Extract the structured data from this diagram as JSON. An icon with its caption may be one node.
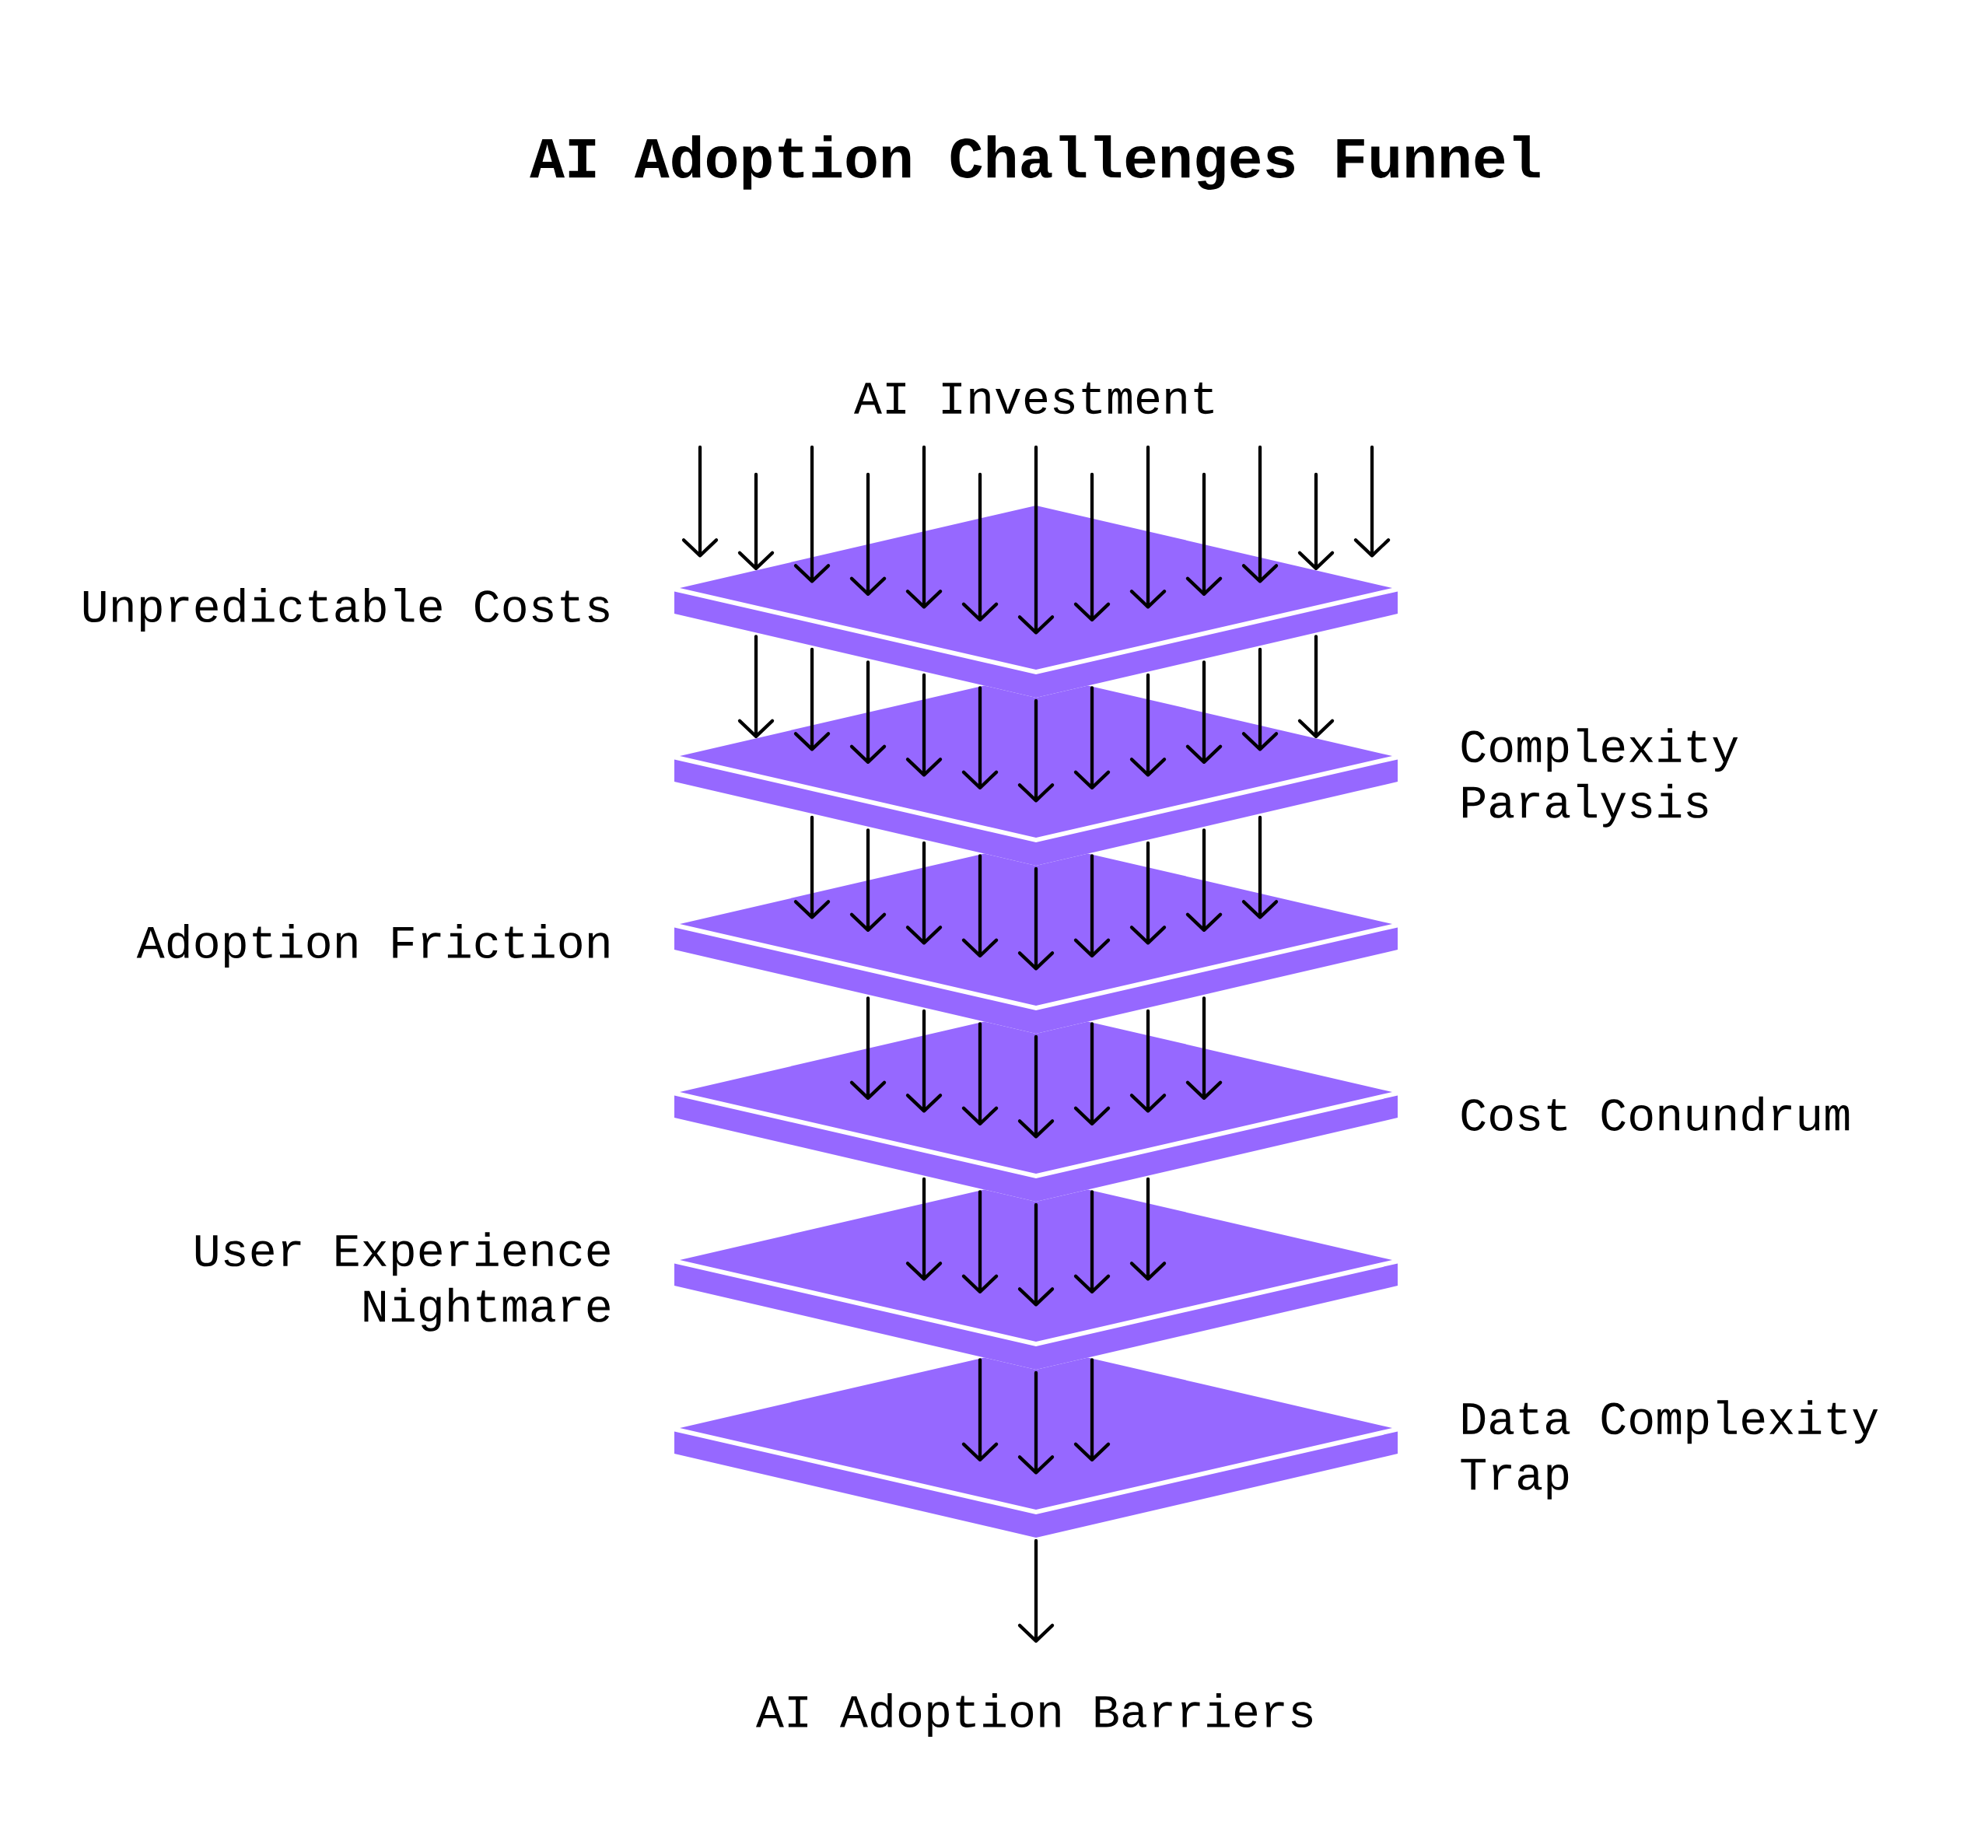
{
  "diagram": {
    "title": "AI Adoption Challenges Funnel",
    "nodes": [
      {
        "text": [
          "AI Investment"
        ]
      },
      {
        "text": [],
        "shape": "diamond",
        "beside": [
          "Unpredictable Costs"
        ]
      },
      {
        "text": [],
        "shape": "diamond",
        "beside": [
          "Complexity Paralysis"
        ]
      },
      {
        "text": [],
        "shape": "diamond",
        "beside": [
          "Adoption Friction"
        ]
      },
      {
        "text": [],
        "shape": "diamond",
        "beside": [
          "Cost Conundrum"
        ]
      },
      {
        "text": [],
        "shape": "diamond",
        "beside": [
          "User Experience Nightmare"
        ]
      },
      {
        "text": [],
        "shape": "diamond",
        "beside": [
          "Data Complexity Trap"
        ]
      },
      {
        "text": [
          "AI Adoption Barriers"
        ]
      }
    ],
    "edges": [
      {
        "from": null,
        "to": 1,
        "arrow": "to"
      },
      {
        "from": null,
        "to": 1,
        "arrow": "to"
      },
      {
        "from": null,
        "to": 1,
        "arrow": "to"
      },
      {
        "from": 0,
        "to": 1,
        "arrow": "to"
      },
      {
        "from": 0,
        "to": 1,
        "arrow": "to"
      },
      {
        "from": 0,
        "to": 1,
        "arrow": "to"
      },
      {
        "from": 0,
        "to": 1,
        "arrow": "to"
      },
      {
        "from": 0,
        "to": 1,
        "arrow": "to"
      },
      {
        "from": 0,
        "to": 1,
        "arrow": "to"
      },
      {
        "from": 0,
        "to": 1,
        "arrow": "to"
      },
      {
        "from": null,
        "to": 1,
        "arrow": "to"
      },
      {
        "from": null,
        "to": 1,
        "arrow": "to"
      },
      {
        "from": null,
        "to": 1,
        "arrow": "to"
      },
      {
        "from": 1,
        "to": 2,
        "arrow": "to"
      },
      {
        "from": 1,
        "to": 2,
        "arrow": "to"
      },
      {
        "from": 1,
        "to": 2,
        "arrow": "to"
      },
      {
        "from": 1,
        "to": 2,
        "arrow": "to"
      },
      {
        "from": 1,
        "to": 2,
        "arrow": "to"
      },
      {
        "from": 1,
        "to": 2,
        "arrow": "to"
      },
      {
        "from": 1,
        "to": 2,
        "arrow": "to"
      },
      {
        "from": 1,
        "to": 2,
        "arrow": "to"
      },
      {
        "from": 1,
        "to": 2,
        "arrow": "to"
      },
      {
        "from": 1,
        "to": 2,
        "arrow": "to"
      },
      {
        "from": 1,
        "to": 2,
        "arrow": "to"
      },
      {
        "from": 2,
        "to": 3,
        "arrow": "to"
      },
      {
        "from": 2,
        "to": 3,
        "arrow": "to"
      },
      {
        "from": 2,
        "to": 3,
        "arrow": "to"
      },
      {
        "from": 2,
        "to": 3,
        "arrow": "to"
      },
      {
        "from": 2,
        "to": 3,
        "arrow": "to"
      },
      {
        "from": 2,
        "to": 3,
        "arrow": "to"
      },
      {
        "from": 2,
        "to": 3,
        "arrow": "to"
      },
      {
        "from": 2,
        "to": 3,
        "arrow": "to"
      },
      {
        "from": 2,
        "to": 3,
        "arrow": "to"
      },
      {
        "from": 3,
        "to": 4,
        "arrow": "to"
      },
      {
        "from": 3,
        "to": 4,
        "arrow": "to"
      },
      {
        "from": 3,
        "to": 4,
        "arrow": "to"
      },
      {
        "from": 3,
        "to": 4,
        "arrow": "to"
      },
      {
        "from": 3,
        "to": 4,
        "arrow": "to"
      },
      {
        "from": 3,
        "to": 4,
        "arrow": "to"
      },
      {
        "from": 3,
        "to": 4,
        "arrow": "to"
      },
      {
        "from": 4,
        "to": 5,
        "arrow": "to"
      },
      {
        "from": 4,
        "to": 5,
        "arrow": "to"
      },
      {
        "from": 4,
        "to": 5,
        "arrow": "to"
      },
      {
        "from": 4,
        "to": 5,
        "arrow": "to"
      },
      {
        "from": 4,
        "to": 5,
        "arrow": "to"
      },
      {
        "from": 5,
        "to": 6,
        "arrow": "to"
      },
      {
        "from": 5,
        "to": 6,
        "arrow": "to"
      },
      {
        "from": 5,
        "to": 6,
        "arrow": "to"
      },
      {
        "from": 6,
        "to": 7,
        "arrow": "to"
      }
    ]
  }
}
